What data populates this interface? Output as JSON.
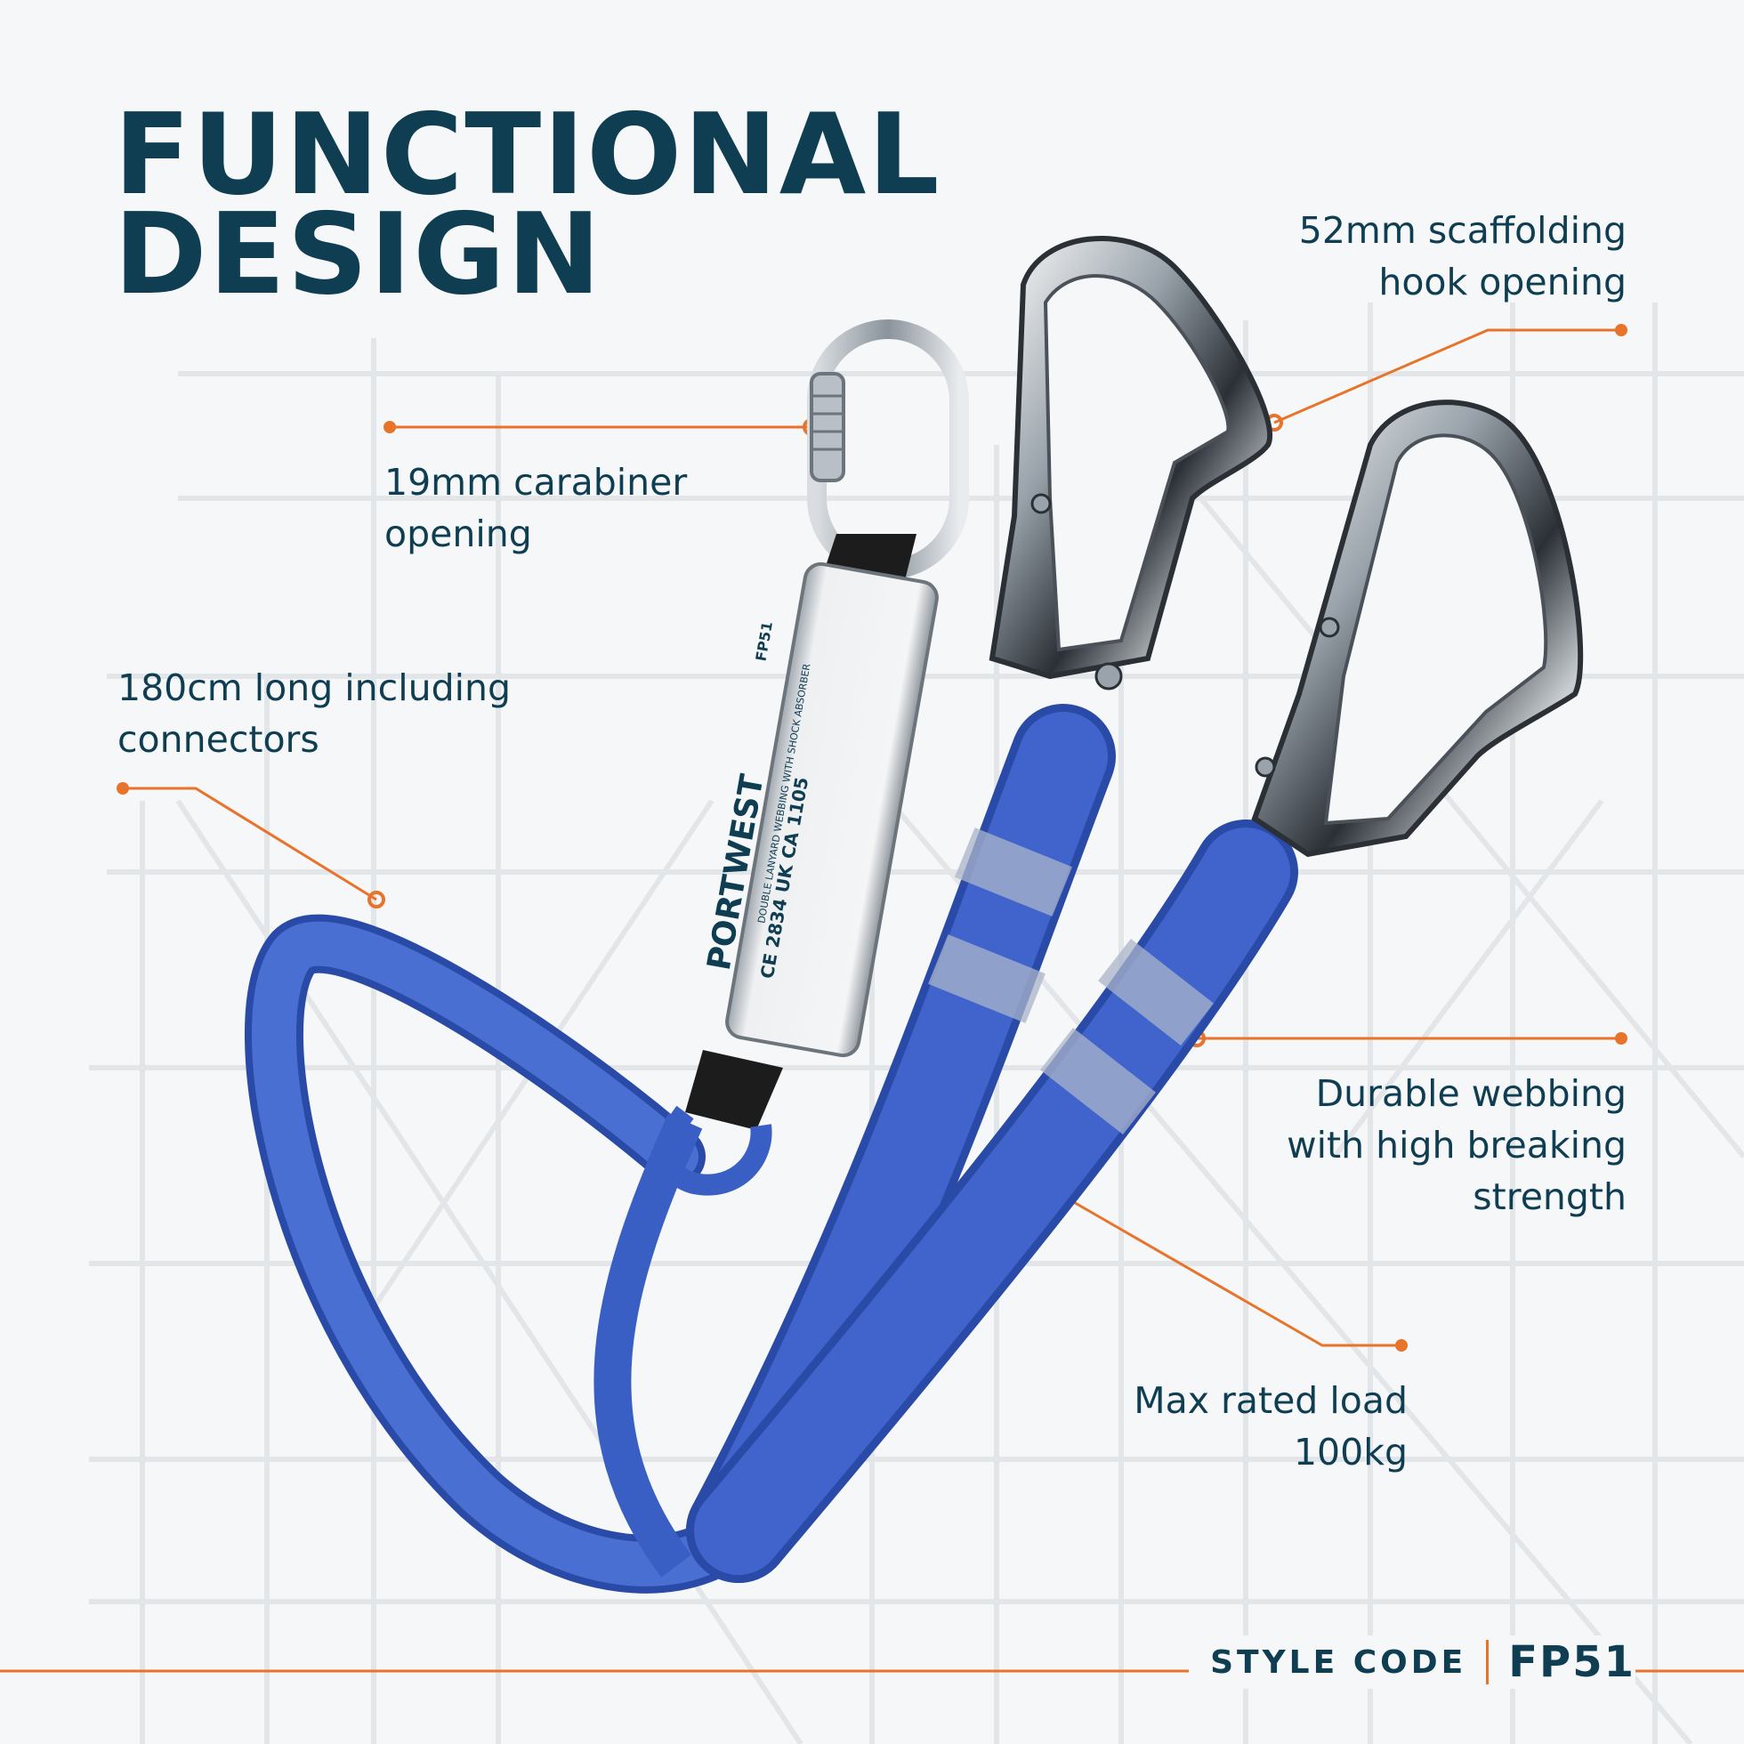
{
  "title": {
    "line1": "FUNCTIONAL",
    "line2": "DESIGN"
  },
  "callouts": {
    "hook": {
      "line1": "52mm scaffolding",
      "line2": "hook opening"
    },
    "carabiner": {
      "line1": "19mm carabiner",
      "line2": "opening"
    },
    "length": {
      "line1": "180cm long including",
      "line2": "connectors"
    },
    "webbing": {
      "line1": "Durable webbing",
      "line2": "with high breaking",
      "line3": "strength"
    },
    "load": {
      "line1": "Max rated load",
      "line2": "100kg"
    }
  },
  "absorber_label": {
    "brand": "PORTWEST",
    "code": "FP51",
    "product": "DOUBLE LANYARD WEBBING WITH SHOCK ABSORBER",
    "marks": "CE 2834  UK CA 1105"
  },
  "footer": {
    "style_label": "STYLE CODE",
    "style_code": "FP51"
  },
  "colors": {
    "navy": "#0f3d52",
    "accent_orange": "#e8732a",
    "webbing_blue": "#3a5fc4",
    "background": "#f6f7f8"
  }
}
